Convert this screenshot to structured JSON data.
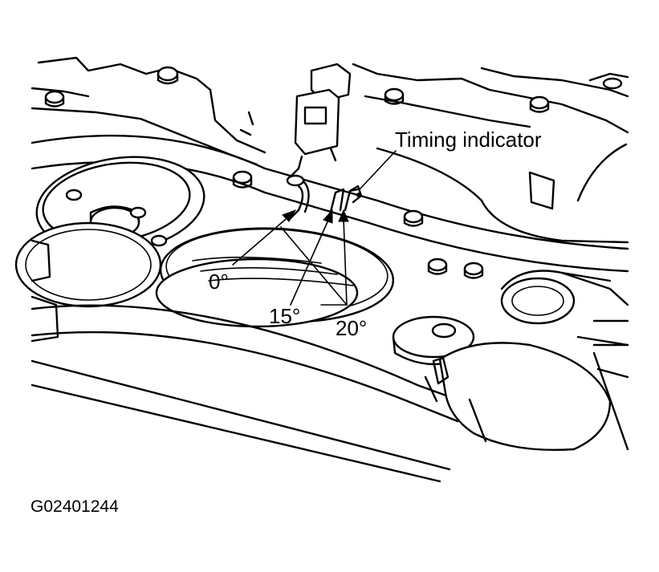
{
  "labels": {
    "timing_indicator": "Timing indicator",
    "mark_0": "0°",
    "mark_15": "15°",
    "mark_20": "20°"
  },
  "figure_id": "G02401244"
}
